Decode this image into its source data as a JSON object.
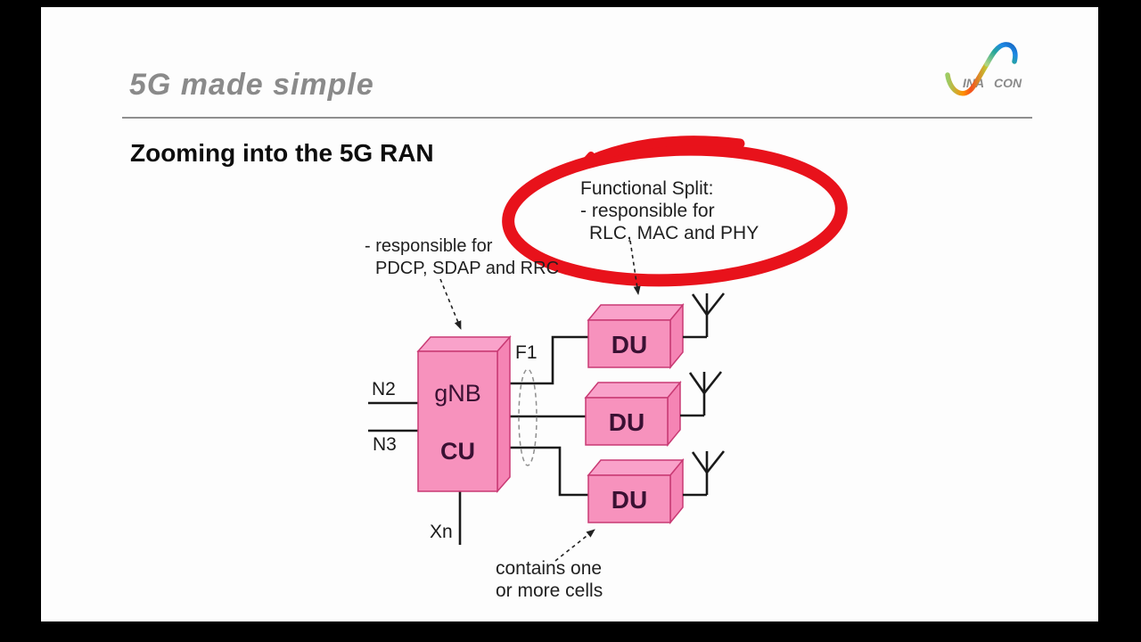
{
  "window": {
    "letterbox_color": "#000000",
    "background": "#FDFDFD"
  },
  "header": {
    "brand_title": "5G made simple",
    "logo": {
      "text_left": "INA",
      "text_right": "CON"
    }
  },
  "slide": {
    "title": "Zooming into the 5G RAN"
  },
  "annotations": {
    "functional_split": {
      "line1": "Functional Split:",
      "line2": "- responsible for",
      "line3": "RLC, MAC and PHY"
    },
    "cu_note": {
      "line1": "- responsible for",
      "line2": "PDCP, SDAP and RRC"
    },
    "du_note": {
      "line1": "contains one",
      "line2": "or more cells"
    }
  },
  "diagram": {
    "gnb": {
      "line1": "gNB",
      "line2": "CU"
    },
    "du_label": "DU",
    "interfaces": {
      "n2": "N2",
      "n3": "N3",
      "xn": "Xn",
      "f1": "F1"
    },
    "colors": {
      "box_fill": "#F792BD",
      "box_top": "#F9A2CA",
      "box_side": "#F584B4",
      "box_edge": "#C93A74",
      "box_text": "#3A1133",
      "line": "#1A1A1A",
      "highlight_red": "#E8121B",
      "logo_gray": "#8A8A8A"
    }
  }
}
